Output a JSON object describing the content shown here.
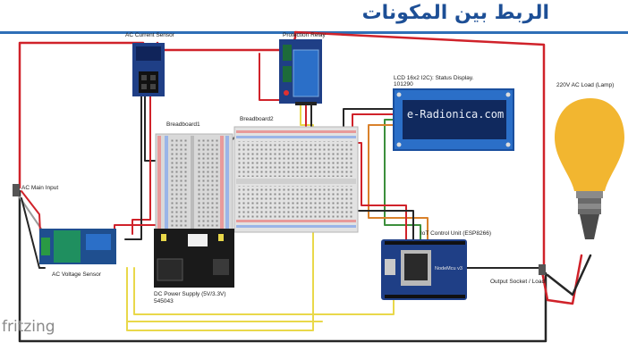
{
  "header": {
    "title": "الربط بين المكونات"
  },
  "labels": {
    "ac_current_sensor": "AC Current Sensor",
    "protection_relay": "Protection Relay",
    "lcd_line1": "LCD 16x2 I2C): Status Display.",
    "lcd_line2": "101290",
    "breadboard1": "Breadboard1",
    "breadboard2": "Breadboard2",
    "ac_main_input": "AC Main Input",
    "ac_voltage_sensor": "AC Voltage Sensor",
    "power_supply_line1": "DC Power Supply (5V/3.3V)",
    "power_supply_line2": "545043",
    "iot_unit": "IoT Control Unit (ESP8266)",
    "lamp": "220V AC Load (Lamp)",
    "output_socket": "Output Socket / Load"
  },
  "lcd_display_text": "e-Radionica.com",
  "mcu_silk": "NodeMcu v3",
  "watermark": "fritzing",
  "colors": {
    "header_blue": "#1d4f96",
    "header_line": "#2e6fb7",
    "wire_red": "#d0222a",
    "wire_black": "#262626",
    "wire_yellow": "#e9d84a",
    "wire_orange": "#d9812b",
    "wire_green": "#3c8f3c",
    "lamp_yellow": "#f2b630",
    "lcd_blue": "#2b6fc8",
    "module_blue": "#1f3f86"
  }
}
